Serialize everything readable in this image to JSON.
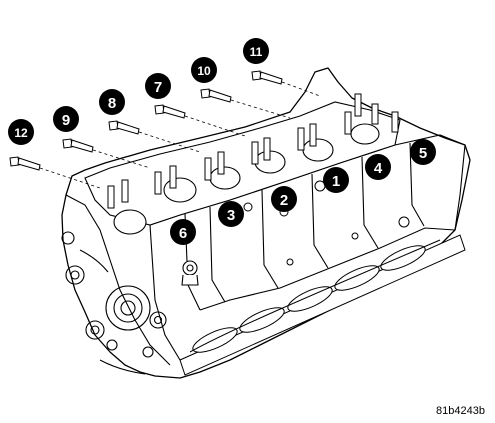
{
  "figure": {
    "id": "81b4243b",
    "callouts": [
      "1",
      "2",
      "3",
      "4",
      "5",
      "6",
      "7",
      "8",
      "9",
      "10",
      "11",
      "12"
    ]
  },
  "colors": {
    "ink": "#000000",
    "paper": "#ffffff",
    "callout_fill": "#000000",
    "callout_text": "#ffffff"
  }
}
